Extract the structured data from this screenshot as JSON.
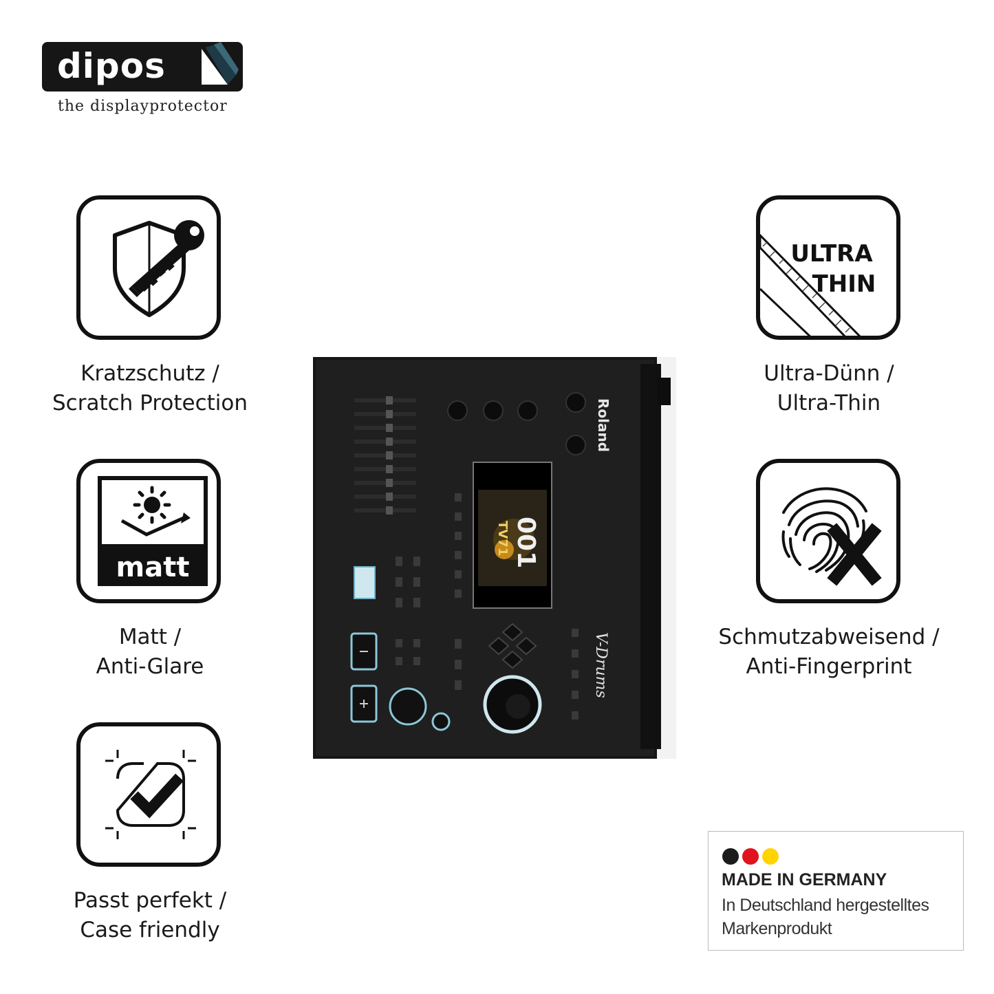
{
  "brand": {
    "name": "dipos",
    "tagline": "the displayprotector"
  },
  "features_left": [
    {
      "icon": "shield-key-icon",
      "line1": "Kratzschutz /",
      "line2": "Scratch Protection"
    },
    {
      "icon": "matt-sun-icon",
      "line1": "Matt /",
      "line2": "Anti-Glare",
      "icon_text": "matt"
    },
    {
      "icon": "case-check-icon",
      "line1": "Passt perfekt /",
      "line2": "Case friendly"
    }
  ],
  "features_right": [
    {
      "icon": "ultra-thin-ruler-icon",
      "line1": "Ultra-Dünn /",
      "line2": "Ultra-Thin",
      "icon_text_1": "ULTRA",
      "icon_text_2": "THIN"
    },
    {
      "icon": "fingerprint-x-icon",
      "line1": "Schmutzabweisend /",
      "line2": "Anti-Fingerprint"
    }
  ],
  "product": {
    "brand_label": "Roland",
    "series_label": "V-Drums",
    "screen_number": "001",
    "screen_kit": "TV71"
  },
  "made_in": {
    "title": "MADE IN GERMANY",
    "line1": "In Deutschland hergestelltes",
    "line2": "Markenprodukt",
    "flag_colors": [
      "#1c1c1c",
      "#e0141e",
      "#ffd400"
    ]
  }
}
